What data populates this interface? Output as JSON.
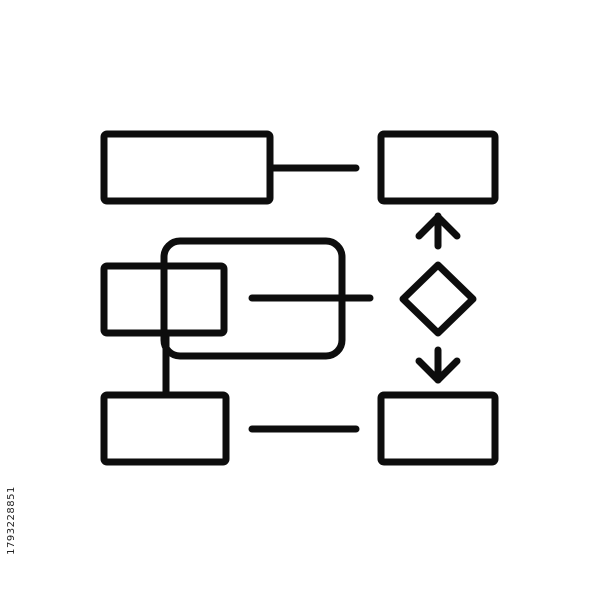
{
  "image_id_label": "1793228851",
  "colors": {
    "background": "#ffffff",
    "stroke": "#0d0d0d"
  },
  "icon": {
    "name": "flowchart-icon",
    "description_elements": [
      "rectangle-node",
      "rounded-rectangle-node",
      "decision-diamond",
      "arrow-up",
      "arrow-down",
      "connector-line"
    ]
  }
}
